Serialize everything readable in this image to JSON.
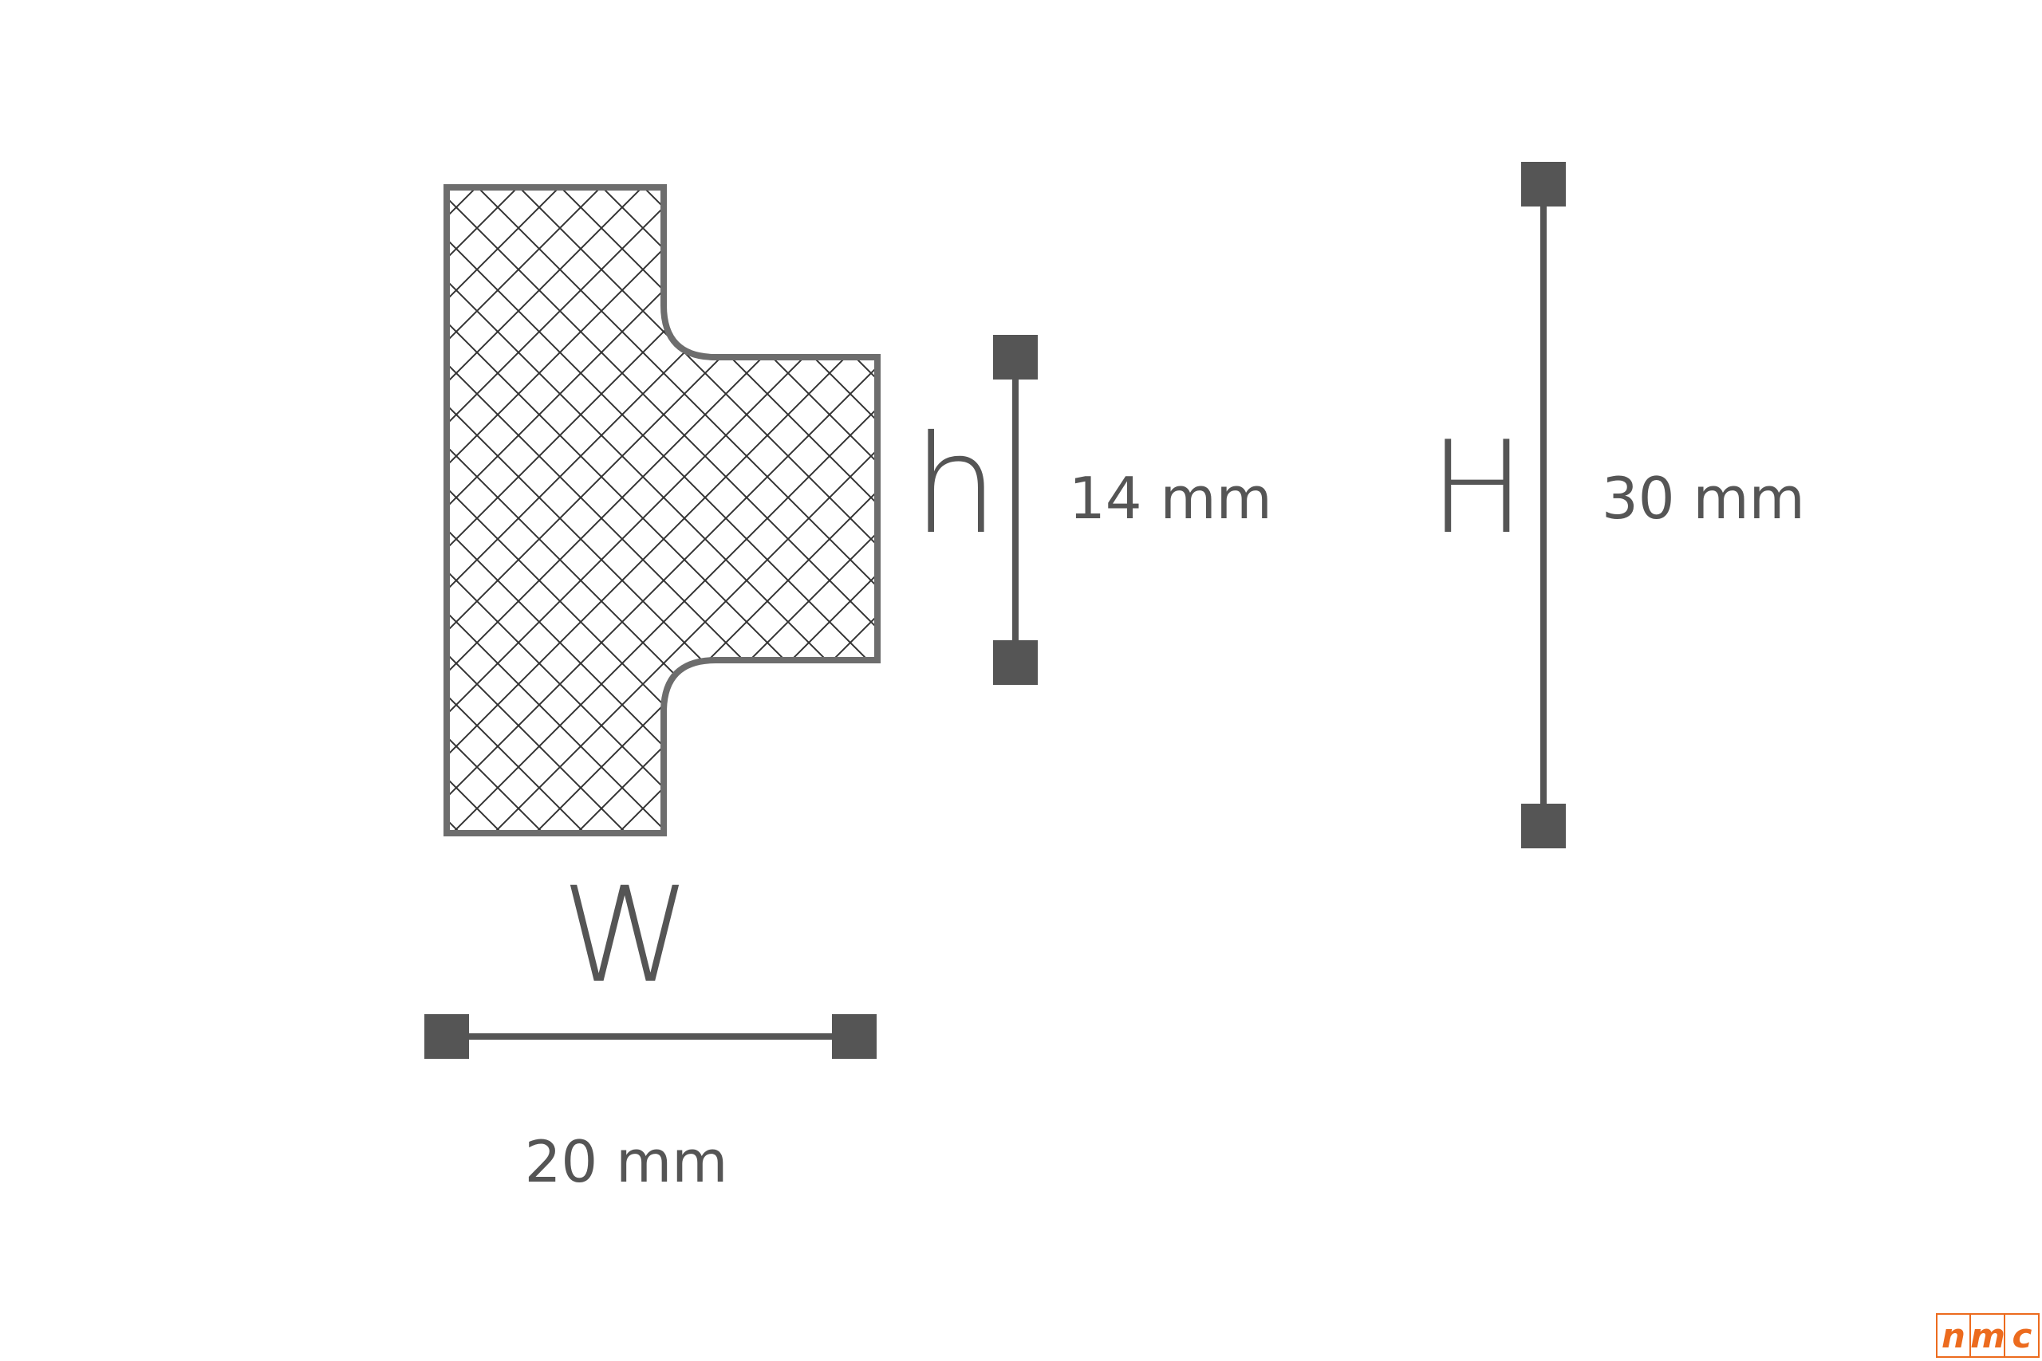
{
  "dimensions": {
    "width": {
      "symbol": "W",
      "value": "20 mm"
    },
    "small_height": {
      "symbol": "h",
      "value": "14 mm"
    },
    "total_height": {
      "symbol": "H",
      "value": "30 mm"
    }
  },
  "logo": {
    "letters": [
      "n",
      "m",
      "c"
    ]
  },
  "colors": {
    "line": "#555555",
    "outline": "#6d6d6d",
    "hatch": "#333333",
    "logo": "#ec6b1e"
  }
}
